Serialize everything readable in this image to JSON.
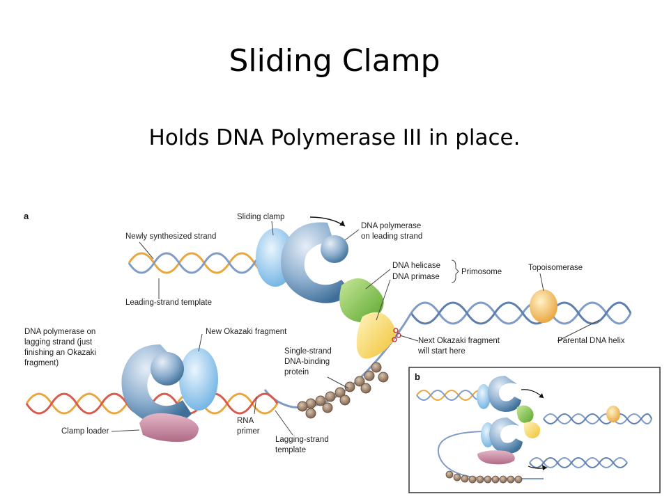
{
  "slide": {
    "title": "Sliding Clamp",
    "subtitle": "Holds DNA Polymerase III in place."
  },
  "figure": {
    "panel_a": "a",
    "panel_b": "b",
    "labels": {
      "sliding_clamp": "Sliding clamp",
      "newly_synthesized": "Newly synthesized strand",
      "pol_leading_1": "DNA polymerase",
      "pol_leading_2": "on leading strand",
      "helicase": "DNA helicase",
      "primase": "DNA primase",
      "primosome": "Primosome",
      "topoisomerase": "Topoisomerase",
      "leading_template": "Leading-strand template",
      "pol_lagging_1": "DNA polymerase on",
      "pol_lagging_2": "lagging strand (just",
      "pol_lagging_3": "finishing an Okazaki",
      "pol_lagging_4": "fragment)",
      "new_okazaki": "New Okazaki fragment",
      "next_okazaki_1": "Next Okazaki fragment",
      "next_okazaki_2": "will start here",
      "parental_helix": "Parental DNA helix",
      "ssb_1": "Single-strand",
      "ssb_2": "DNA-binding",
      "ssb_3": "protein",
      "clamp_loader": "Clamp loader",
      "rna_1": "RNA",
      "rna_2": "primer",
      "lagging_template_1": "Lagging-strand",
      "lagging_template_2": "template"
    },
    "colors": {
      "strand_blue": "#7f9cc8",
      "strand_orange": "#e8a63c",
      "strand_red": "#d85a4a",
      "polymerase": "#5e8fb8",
      "clamp": "#9cc8ea",
      "helicase": "#7cc242",
      "primase": "#f6d55c",
      "topoisomerase": "#f2b84a",
      "clamp_loader": "#c98aa0",
      "ssb": "#9a7c66"
    }
  }
}
